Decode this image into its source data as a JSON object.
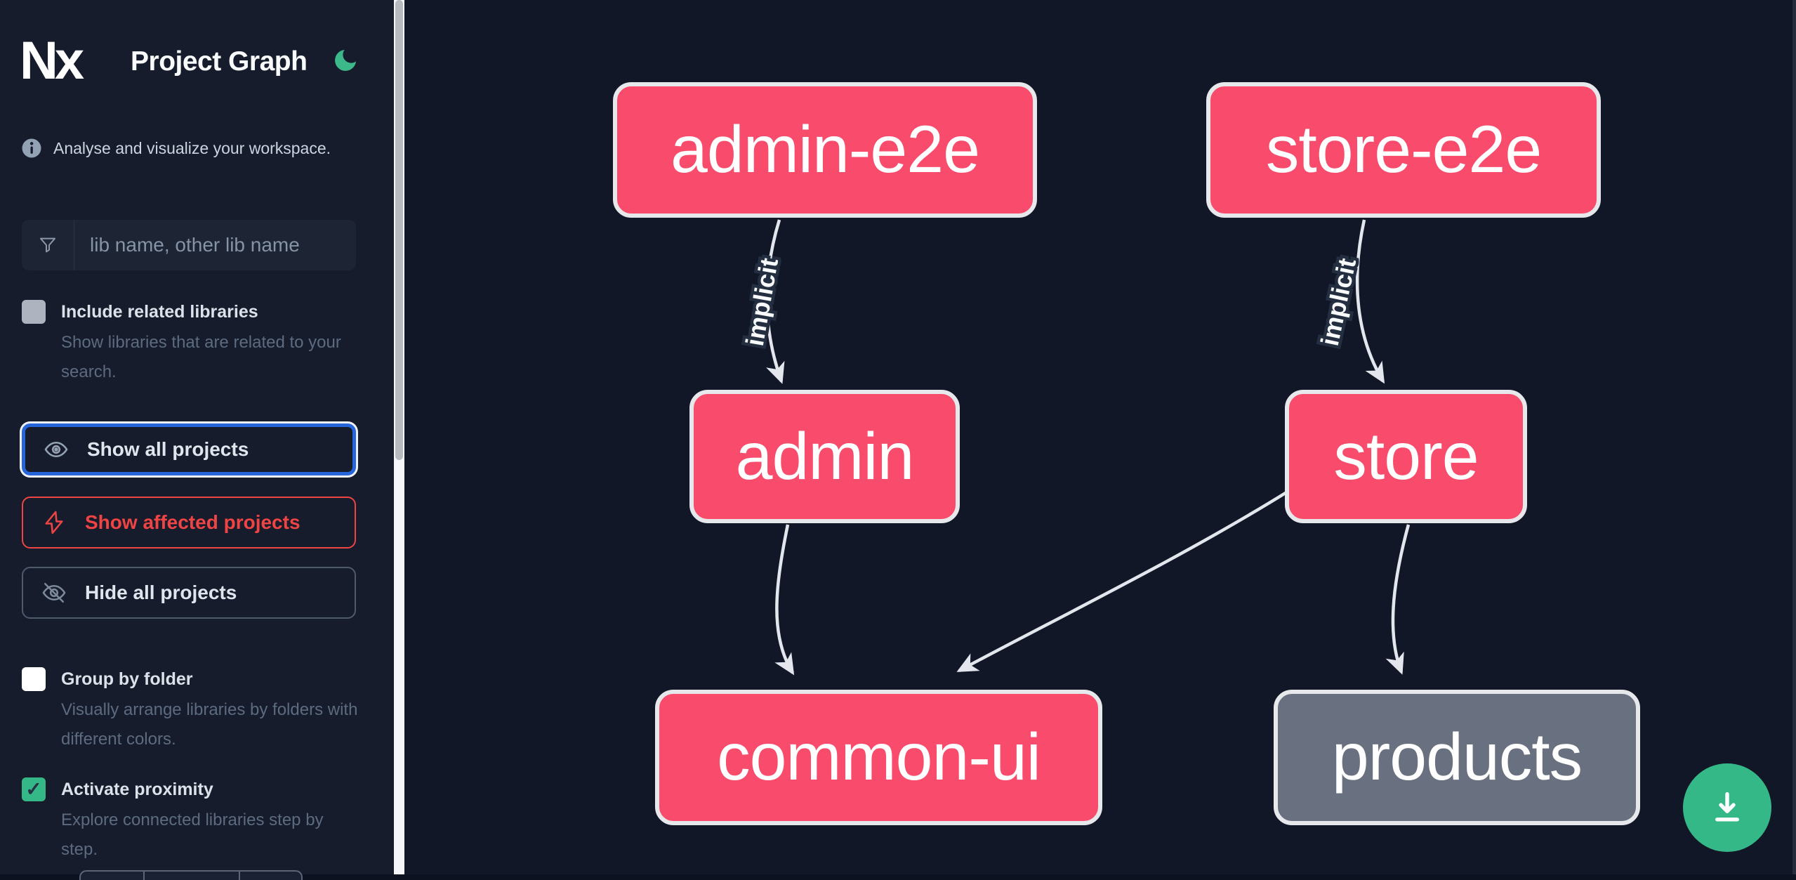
{
  "header": {
    "logo": "Nx",
    "title": "Project Graph",
    "theme_icon": "moon-icon"
  },
  "sidebar": {
    "tagline": "Analyse and visualize your workspace.",
    "search": {
      "placeholder": "lib name, other lib name",
      "value": ""
    },
    "checkboxes": [
      {
        "label": "Include related libraries",
        "description": "Show libraries that are related to your search.",
        "checked": false
      },
      {
        "label": "Group by folder",
        "description": "Visually arrange libraries by folders with different colors.",
        "checked": false
      },
      {
        "label": "Activate proximity",
        "description": "Explore connected libraries step by step.",
        "checked": true
      }
    ],
    "actions": [
      {
        "label": "Show all projects",
        "icon": "eye-icon",
        "state": "focused"
      },
      {
        "label": "Show affected projects",
        "icon": "bolt-icon",
        "state": "danger"
      },
      {
        "label": "Hide all projects",
        "icon": "eye-off-icon",
        "state": "default"
      }
    ]
  },
  "graph": {
    "nodes": [
      {
        "id": "admin-e2e",
        "label": "admin-e2e",
        "variant": "pink"
      },
      {
        "id": "store-e2e",
        "label": "store-e2e",
        "variant": "pink"
      },
      {
        "id": "admin",
        "label": "admin",
        "variant": "pink"
      },
      {
        "id": "store",
        "label": "store",
        "variant": "pink"
      },
      {
        "id": "common-ui",
        "label": "common-ui",
        "variant": "pink"
      },
      {
        "id": "products",
        "label": "products",
        "variant": "gray"
      }
    ],
    "edges": [
      {
        "from": "admin-e2e",
        "to": "admin",
        "label": "implicit"
      },
      {
        "from": "store-e2e",
        "to": "store",
        "label": "implicit"
      },
      {
        "from": "admin",
        "to": "common-ui",
        "label": ""
      },
      {
        "from": "store",
        "to": "common-ui",
        "label": ""
      },
      {
        "from": "store",
        "to": "products",
        "label": ""
      }
    ]
  },
  "colors": {
    "sidebar_bg": "#161c2b",
    "canvas_bg": "#111726",
    "node_pink": "#f94b6b",
    "node_gray": "#69707f",
    "node_border": "#e6e8ec",
    "edge": "#e3e7ed",
    "accent_green": "#35b888",
    "focus_blue": "#2765db",
    "danger_red": "#ef4444"
  }
}
